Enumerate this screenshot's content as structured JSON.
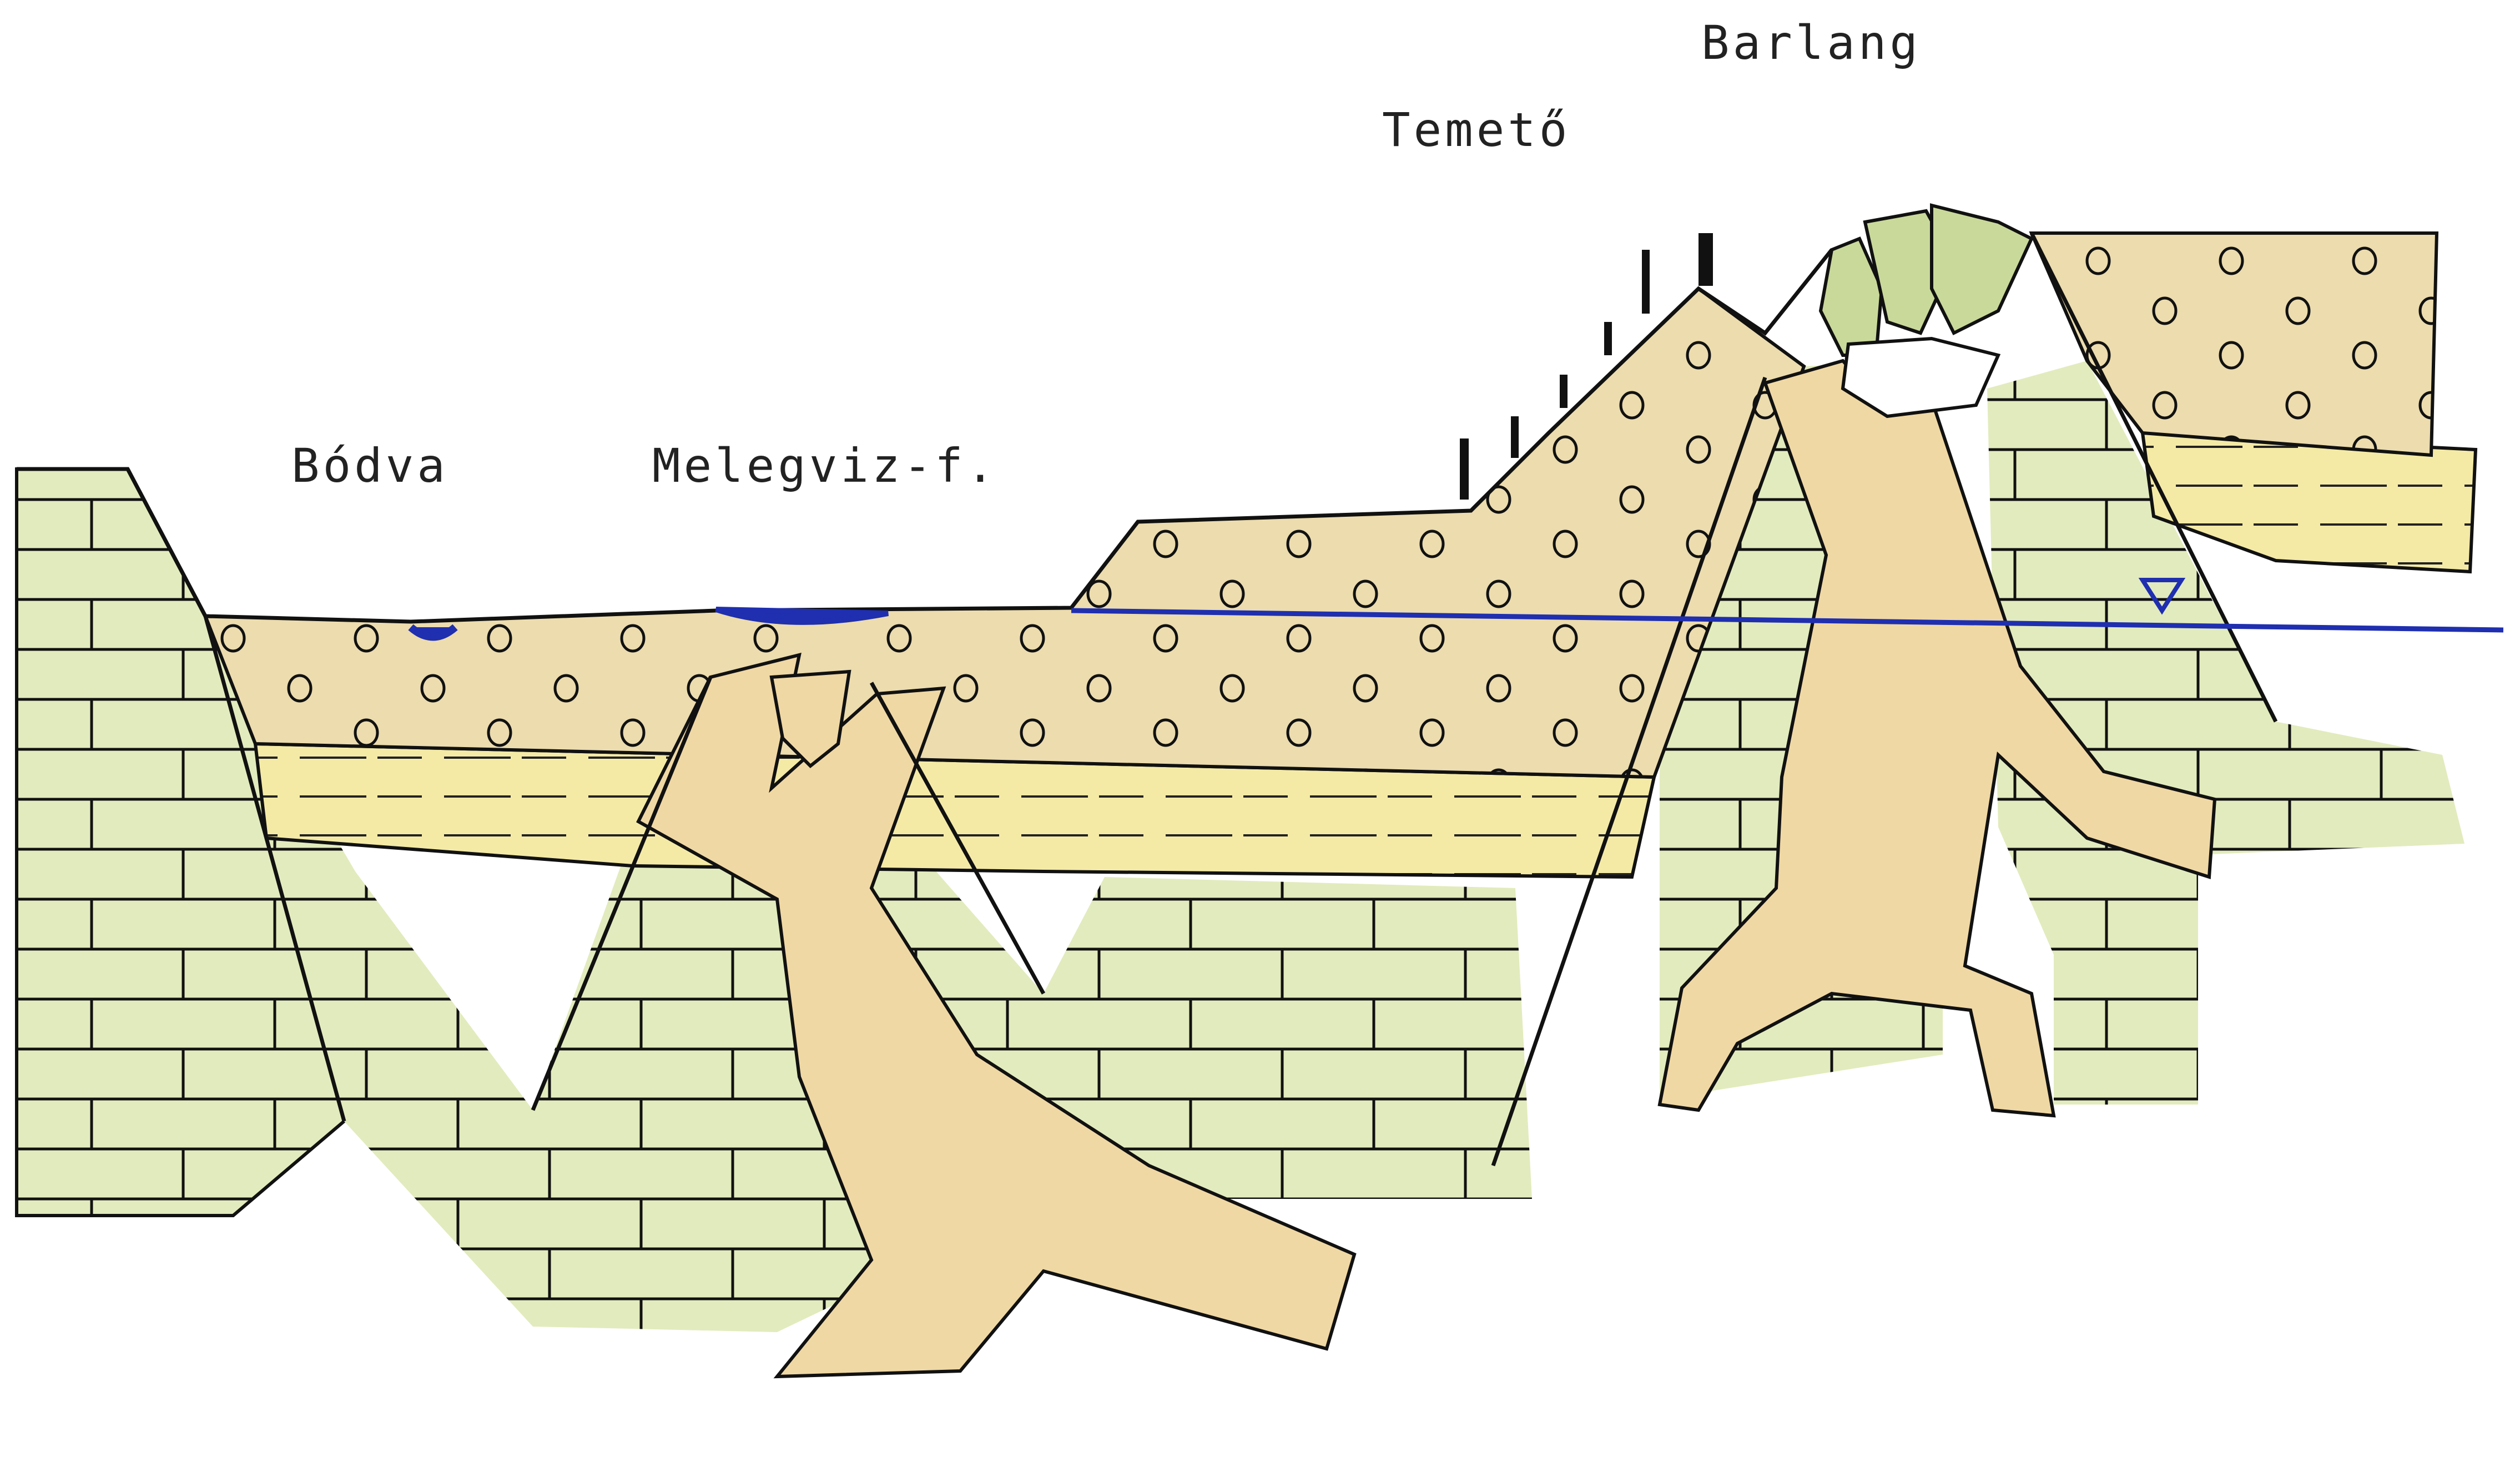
{
  "labels": {
    "bodva": "Bódva",
    "melegviz": "Melegviz-f.",
    "temeto": "Temető",
    "barlang": "Barlang"
  },
  "colors": {
    "limestone": "#e2ebbd",
    "sediment": "#ecdcae",
    "clay": "#f4eaa6",
    "karst_fill": "#f0d8a4",
    "water": "#1f2fb0",
    "ink": "#111111",
    "background": "#ffffff"
  }
}
